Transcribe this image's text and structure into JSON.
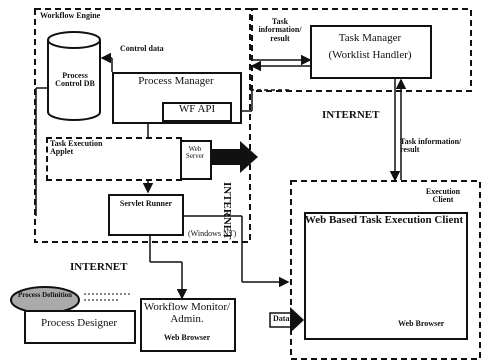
{
  "workflow_engine_label": "Workflow Engine",
  "control_data_label": "Control data",
  "process_control_db_label": "Process Control DB",
  "process_manager_label": "Process Manager",
  "wf_api_label": "WF API",
  "task_execution_applet_label": "Task Execution Applet",
  "web_server_label": "Web Server",
  "servlet_runner_label": "Servlet Runner",
  "windows_nt_label": "(Windows NT)",
  "internet_vertical_label": "INTERNET",
  "task_info_result_top_label": "Task information/ result",
  "task_manager_title": "Task Manager",
  "task_manager_subtitle": "(Worklist Handler)",
  "internet_right_label": "INTERNET",
  "task_info_result_right_label": "Task information/ result",
  "execution_client_label": "Execution Client",
  "web_based_task_label": "Web Based Task Execution Client",
  "web_browser_right_label": "Web Browser",
  "data_label": "Data",
  "internet_bottom_label": "INTERNET",
  "process_definition_label": "Process Definition",
  "process_designer_label": "Process Designer",
  "workflow_monitor_label": "Workflow Monitor/ Admin.",
  "web_browser_monitor_label": "Web Browser",
  "colors": {
    "ink": "#111111",
    "paper": "#ffffff",
    "gray_bar": "#888888"
  }
}
